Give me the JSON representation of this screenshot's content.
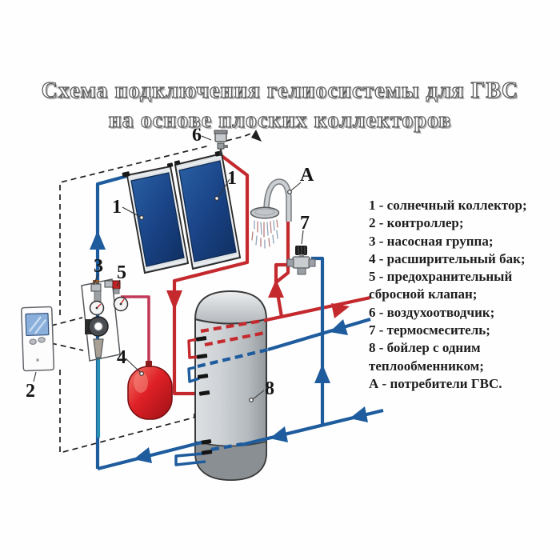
{
  "title": {
    "line1": "Схема подключения гелиосистемы для ГВС",
    "line2": "на основе плоских коллекторов"
  },
  "legend": {
    "lines": [
      "1 - солнечный коллектор;",
      "2 - контроллер;",
      "3 - насосная группа;",
      "4 - расширительный бак;",
      "5 - предохранительный",
      "сбросной клапан;",
      "6 - воздухоотводчик;",
      "7 - термосмеситель;",
      "8 - бойлер с одним",
      "теплообменником;",
      "А - потребители ГВС."
    ]
  },
  "labels": {
    "collector": "1",
    "controller": "2",
    "pump_group": "3",
    "expansion_tank": "4",
    "safety_valve": "5",
    "air_vent": "6",
    "mixer": "7",
    "boiler": "8",
    "consumers": "А"
  },
  "colors": {
    "hot": "#c4292e",
    "cold": "#1e5c9e",
    "solar_return": "#2a8fb0",
    "expansion_line": "#c23a5a",
    "wire": "#1f1f1f",
    "expansion_tank": "#df2026",
    "panel": "#16417d",
    "tank": "#c6cacd"
  }
}
